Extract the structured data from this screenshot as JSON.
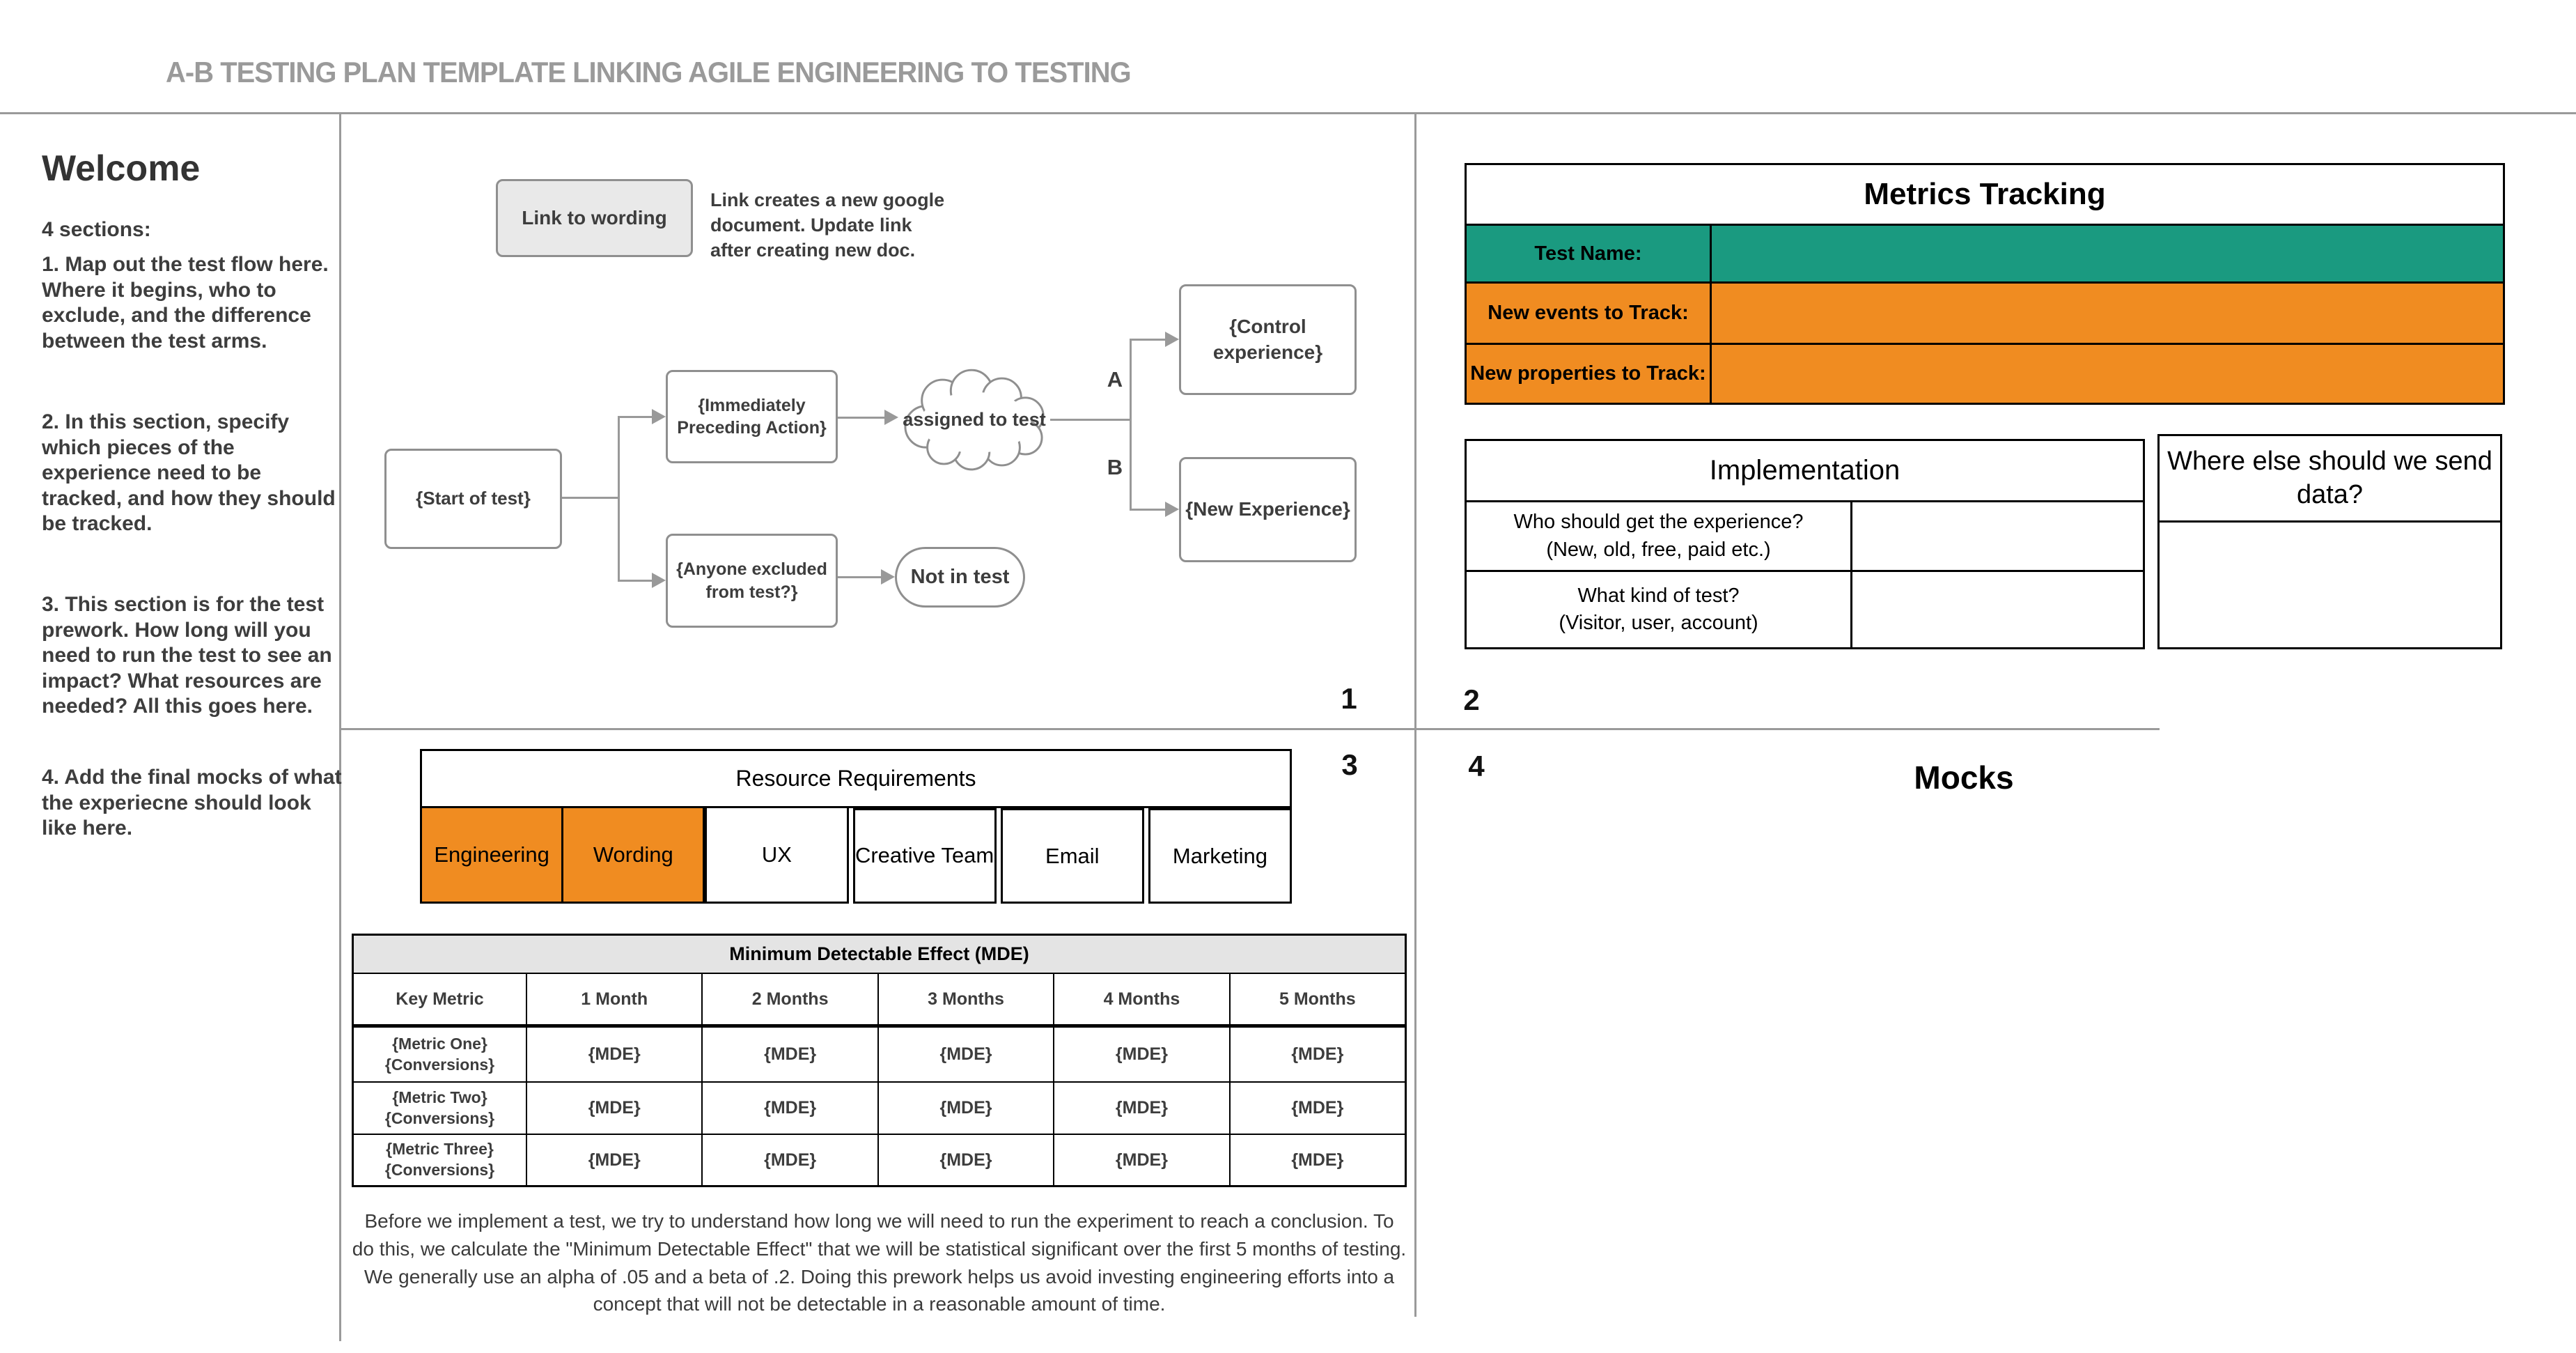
{
  "page_title": "A-B TESTING PLAN TEMPLATE LINKING AGILE ENGINEERING TO TESTING",
  "colors": {
    "teal": "#1A9A80",
    "orange": "#F08C21",
    "divider_gray": "#9A9A9A",
    "shape_border_gray": "#8F8F8F",
    "title_gray": "#9A9A9A",
    "mde_header_gray": "#E4E4E4",
    "button_gray": "#E9E9E9"
  },
  "welcome": {
    "heading": "Welcome",
    "intro": "4 sections:",
    "p1": "1. Map out the test flow here. Where it begins, who to exclude, and the difference between the test arms.",
    "p2": "2. In this section, specify which pieces of the experience need to be tracked, and how they should be tracked.",
    "p3": "3. This section is for the test prework. How long will you need to run the test to see an impact? What resources are needed? All this goes here.",
    "p4": "4. Add the final mocks of what the experiecne should look like here."
  },
  "flow": {
    "link_button_label": "Link to wording",
    "link_note": "Link creates a new google document. Update link after creating new doc.",
    "start": "{Start of test}",
    "preceding": "{Immediately Preceding Action}",
    "excluded": "{Anyone excluded from test?}",
    "cloud": "assigned to test",
    "not_in_test": "Not in test",
    "control": "{Control experience}",
    "new_experience": "{New Experience}",
    "label_a": "A",
    "label_b": "B"
  },
  "metrics": {
    "title": "Metrics Tracking",
    "rows": [
      {
        "label": "Test Name:",
        "value": ""
      },
      {
        "label": "New events to Track:",
        "value": ""
      },
      {
        "label": "New properties to Track:",
        "value": ""
      }
    ]
  },
  "implementation": {
    "title": "Implementation",
    "rows": [
      {
        "q": "Who should get the experience?",
        "hint": "(New, old, free, paid etc.)",
        "value": ""
      },
      {
        "q": "What kind of test?",
        "hint": "(Visitor, user, account)",
        "value": ""
      }
    ]
  },
  "send_data": {
    "title": "Where else should we send data?",
    "value": ""
  },
  "quadrants": {
    "q1": "1",
    "q2": "2",
    "q3": "3",
    "q4": "4"
  },
  "mocks_title": "Mocks",
  "resources": {
    "title": "Resource Requirements",
    "cells": [
      "Engineering",
      "Wording",
      "UX",
      "Creative Team",
      "Email",
      "Marketing"
    ]
  },
  "mde": {
    "title": "Minimum Detectable Effect (MDE)",
    "columns": [
      "Key Metric",
      "1 Month",
      "2 Months",
      "3 Months",
      "4 Months",
      "5 Months"
    ],
    "rows": [
      {
        "metric": "{Metric One}",
        "sub": "{Conversions}",
        "values": [
          "{MDE}",
          "{MDE}",
          "{MDE}",
          "{MDE}",
          "{MDE}"
        ]
      },
      {
        "metric": "{Metric Two}",
        "sub": "{Conversions}",
        "values": [
          "{MDE}",
          "{MDE}",
          "{MDE}",
          "{MDE}",
          "{MDE}"
        ]
      },
      {
        "metric": "{Metric Three}",
        "sub": "{Conversions}",
        "values": [
          "{MDE}",
          "{MDE}",
          "{MDE}",
          "{MDE}",
          "{MDE}"
        ]
      }
    ],
    "footnote": "Before we implement a test, we try to understand how long we will need to run the experiment to reach a conclusion. To do this, we calculate the \"Minimum Detectable Effect\" that we will be statistical significant over the first 5 months of testing. We generally use an alpha of .05 and a beta of .2. Doing this prework helps us avoid investing engineering efforts into a concept that will not be detectable in a reasonable amount of time."
  }
}
